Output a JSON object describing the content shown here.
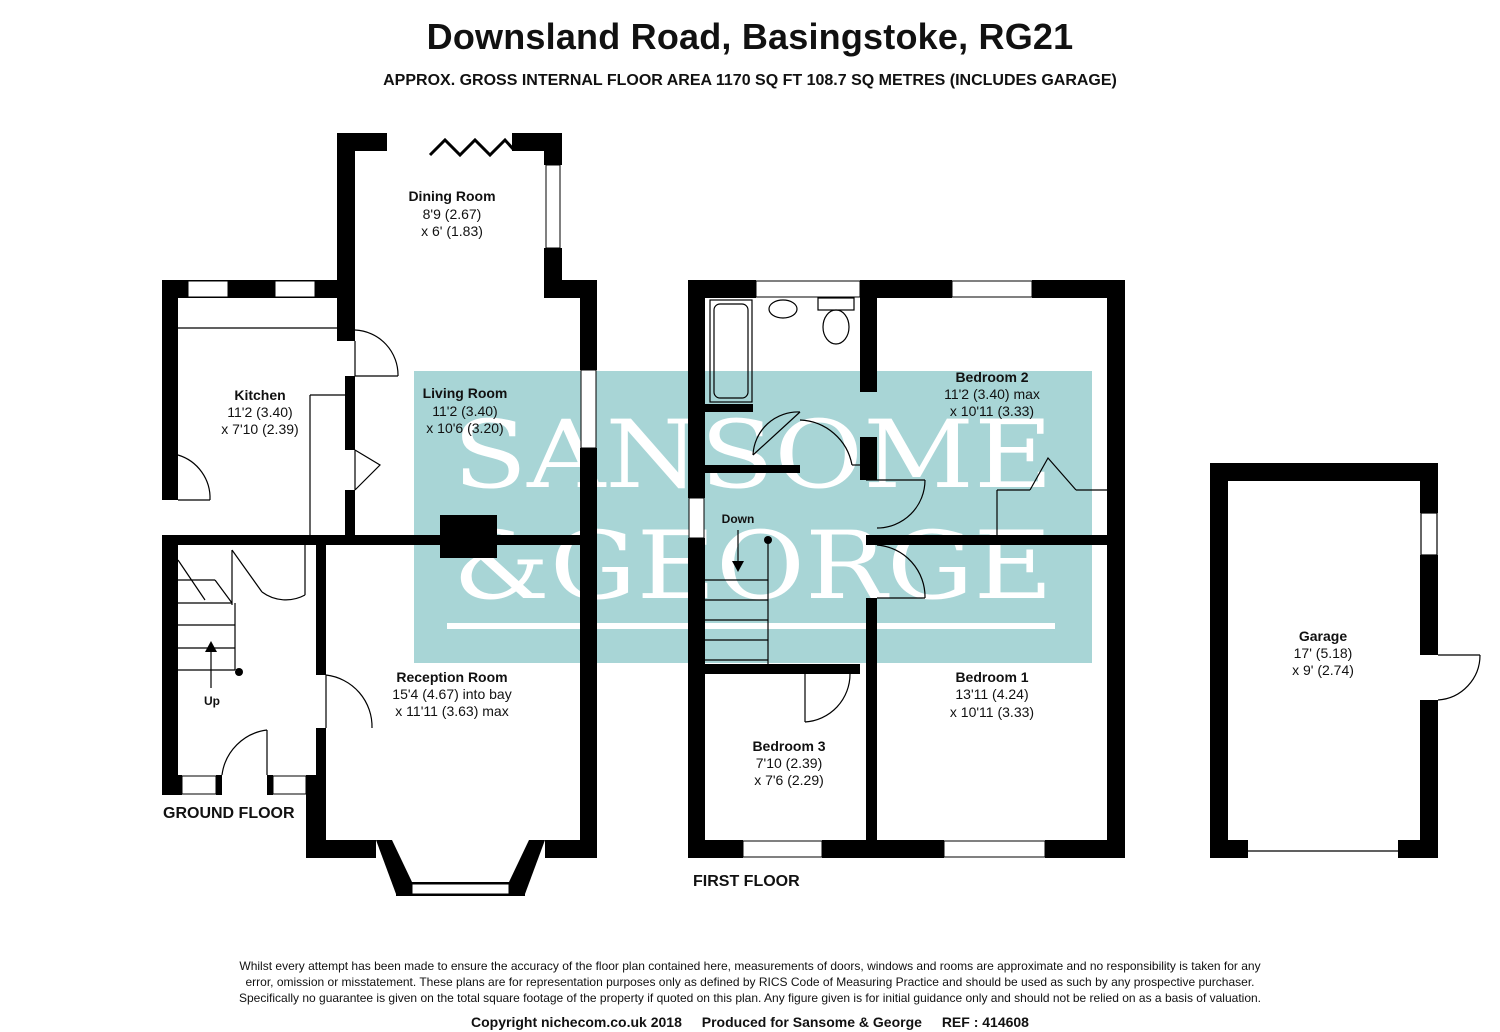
{
  "header": {
    "title": "Downsland Road, Basingstoke, RG21",
    "subtitle": "APPROX. GROSS INTERNAL FLOOR AREA 1170 SQ FT 108.7 SQ METRES (INCLUDES GARAGE)"
  },
  "watermark": {
    "line1": "SANSOME",
    "line2": "&GEORGE",
    "color": "#a8d5d6"
  },
  "floors": {
    "ground": "GROUND FLOOR",
    "first": "FIRST FLOOR"
  },
  "rooms": {
    "dining": {
      "name": "Dining Room",
      "dim1": "8'9 (2.67)",
      "dim2": "x 6' (1.83)"
    },
    "kitchen": {
      "name": "Kitchen",
      "dim1": "11'2 (3.40)",
      "dim2": "x 7'10 (2.39)"
    },
    "living": {
      "name": "Living Room",
      "dim1": "11'2 (3.40)",
      "dim2": "x 10'6 (3.20)"
    },
    "reception": {
      "name": "Reception Room",
      "dim1": "15'4 (4.67) into bay",
      "dim2": "x 11'11 (3.63) max"
    },
    "bedroom2": {
      "name": "Bedroom 2",
      "dim1": "11'2 (3.40) max",
      "dim2": "x 10'11 (3.33)"
    },
    "bedroom1": {
      "name": "Bedroom 1",
      "dim1": "13'11 (4.24)",
      "dim2": "x 10'11 (3.33)"
    },
    "bedroom3": {
      "name": "Bedroom 3",
      "dim1": "7'10 (2.39)",
      "dim2": "x 7'6 (2.29)"
    },
    "garage": {
      "name": "Garage",
      "dim1": "17' (5.18)",
      "dim2": "x 9' (2.74)"
    }
  },
  "stairs": {
    "up": "Up",
    "down": "Down"
  },
  "disclaimer": [
    "Whilst every attempt has been made to ensure the accuracy of the floor plan contained here, measurements of doors, windows and rooms are approximate and no responsibility is taken for any",
    "error, omission or misstatement. These plans are for representation purposes only as defined by RICS Code of Measuring Practice and should be used as such by any prospective purchaser.",
    "Specifically no guarantee is given on the total square footage of the property if quoted on this plan. Any figure given is for initial guidance only and should not be relied on as a basis of valuation."
  ],
  "footer": {
    "copyright": "Copyright nichecom.co.uk 2018",
    "produced": "Produced for Sansome & George",
    "ref": "REF : 414608"
  }
}
